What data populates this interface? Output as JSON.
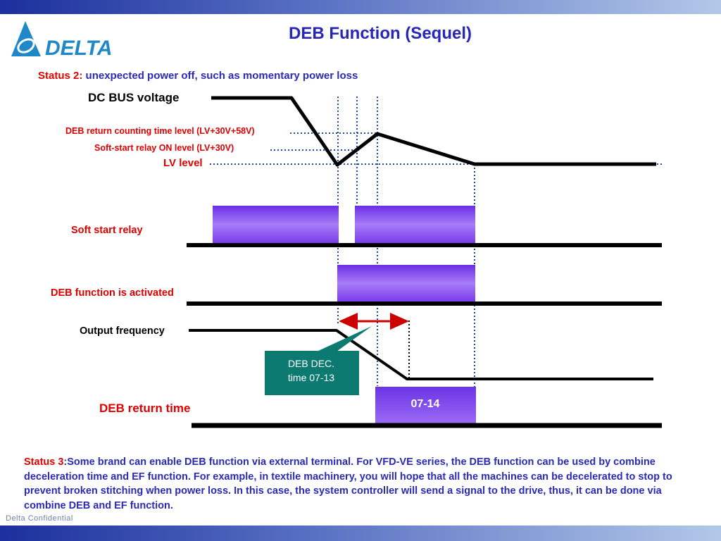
{
  "header": {
    "title": "DEB Function (Sequel)"
  },
  "logo": {
    "text": "DELTA"
  },
  "status2": {
    "label": "Status 2:",
    "text": " unexpected power off, such as momentary power loss"
  },
  "labels": {
    "dc_bus": "DC BUS voltage",
    "deb_return_level": "DEB return counting time level (LV+30V+58V)",
    "soft_start_level": "Soft-start relay ON level (LV+30V)",
    "lv_level": "LV level",
    "soft_start_relay": "Soft start relay",
    "deb_activated": "DEB function is activated",
    "output_frequency": "Output frequency",
    "deb_return_time": "DEB return time"
  },
  "callout": {
    "line1": "DEB DEC.",
    "line2": "time 07-13"
  },
  "box_0714": "07-14",
  "status3": {
    "label": "Status 3",
    "text": ":Some brand can enable DEB function via external terminal. For VFD-VE series, the DEB function can be used by combine deceleration time and EF function. For example, in textile machinery, you will hope that all the machines can be decelerated to stop to prevent broken stitching when power loss. In this case, the system controller will send a signal to the drive, thus, it can be  done via combine DEB and EF function."
  },
  "footer": "Delta Confidential",
  "colors": {
    "title_blue": "#2626b8",
    "label_red": "#e00000",
    "relay_purple": "#8a4cf0",
    "callout_teal": "#0d7a72",
    "dotted_blue": "#1a4aa0"
  }
}
